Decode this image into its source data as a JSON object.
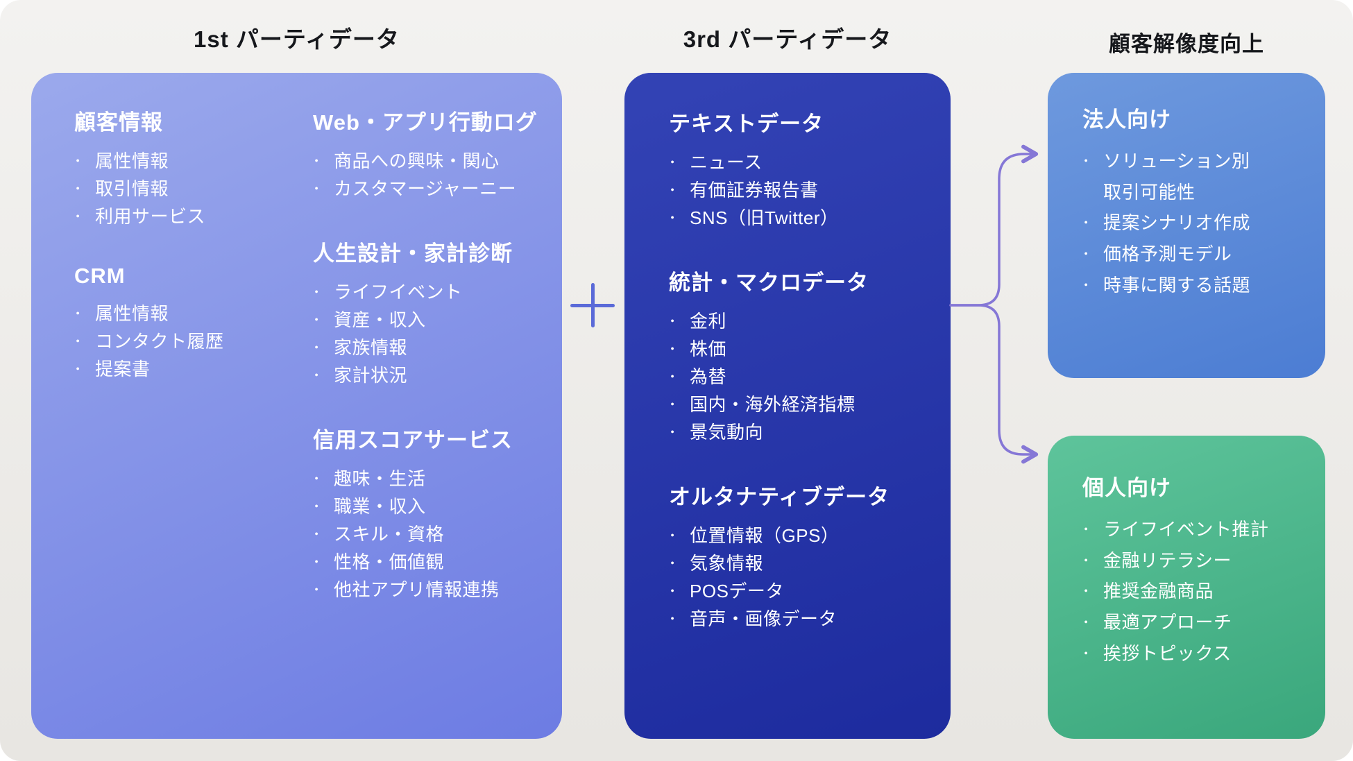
{
  "titles": {
    "first": "1st パーティデータ",
    "third": "3rd パーティデータ",
    "outcome": "顧客解像度向上"
  },
  "first_party": {
    "col1": [
      {
        "heading": "顧客情報",
        "items": [
          "属性情報",
          "取引情報",
          "利用サービス"
        ]
      },
      {
        "heading": "CRM",
        "items": [
          "属性情報",
          "コンタクト履歴",
          "提案書"
        ]
      }
    ],
    "col2": [
      {
        "heading": "Web・アプリ行動ログ",
        "items": [
          "商品への興味・関心",
          "カスタマージャーニー"
        ]
      },
      {
        "heading": "人生設計・家計診断",
        "items": [
          "ライフイベント",
          "資産・収入",
          "家族情報",
          "家計状況"
        ]
      },
      {
        "heading": "信用スコアサービス",
        "items": [
          "趣味・生活",
          "職業・収入",
          "スキル・資格",
          "性格・価値観",
          "他社アプリ情報連携"
        ]
      }
    ]
  },
  "third_party": [
    {
      "heading": "テキストデータ",
      "items": [
        "ニュース",
        "有価証券報告書",
        "SNS（旧Twitter）"
      ]
    },
    {
      "heading": "統計・マクロデータ",
      "items": [
        "金利",
        "株価",
        "為替",
        "国内・海外経済指標",
        "景気動向"
      ]
    },
    {
      "heading": "オルタナティブデータ",
      "items": [
        "位置情報（GPS）",
        "気象情報",
        "POSデータ",
        "音声・画像データ"
      ]
    }
  ],
  "corporate": {
    "heading": "法人向け",
    "items": [
      "ソリューション別\n取引可能性",
      "提案シナリオ作成",
      "価格予測モデル",
      "時事に関する話題"
    ]
  },
  "personal": {
    "heading": "個人向け",
    "items": [
      "ライフイベント推計",
      "金融リテラシー",
      "推奨金融商品",
      "最適アプローチ",
      "挨拶トピックス"
    ]
  },
  "icons": {
    "plus": "+"
  },
  "colors": {
    "first_party_start": "#9ba9ec",
    "first_party_end": "#6d7ce3",
    "third_party_start": "#3343b5",
    "third_party_end": "#1d2b9e",
    "corporate_start": "#6e99de",
    "corporate_end": "#4c7dd3",
    "personal_start": "#5ec49b",
    "personal_end": "#3aa77c",
    "arrow": "#8577d6",
    "plus": "#5a6ad8",
    "title_text": "#16181c",
    "panel_text": "#ffffff"
  }
}
